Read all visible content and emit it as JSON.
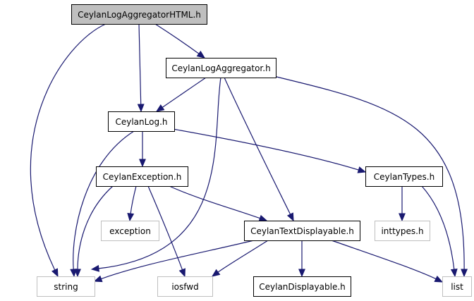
{
  "colors": {
    "edge": "#191970",
    "root_fill": "#bfbfbf",
    "node_border": "#000000",
    "external_border": "#bfbfbf",
    "node_fill": "#ffffff",
    "text": "#000000"
  },
  "nodes": [
    {
      "id": "root",
      "label": "CeylanLogAggregatorHTML.h",
      "kind": "root"
    },
    {
      "id": "aggregator",
      "label": "CeylanLogAggregator.h",
      "kind": "header"
    },
    {
      "id": "log",
      "label": "CeylanLog.h",
      "kind": "header"
    },
    {
      "id": "exception_h",
      "label": "CeylanException.h",
      "kind": "header"
    },
    {
      "id": "types",
      "label": "CeylanTypes.h",
      "kind": "header"
    },
    {
      "id": "textdisp",
      "label": "CeylanTextDisplayable.h",
      "kind": "header"
    },
    {
      "id": "displayable",
      "label": "CeylanDisplayable.h",
      "kind": "header"
    },
    {
      "id": "std_exception",
      "label": "exception",
      "kind": "external"
    },
    {
      "id": "inttypes",
      "label": "inttypes.h",
      "kind": "external"
    },
    {
      "id": "string",
      "label": "string",
      "kind": "external"
    },
    {
      "id": "iosfwd",
      "label": "iosfwd",
      "kind": "external"
    },
    {
      "id": "list",
      "label": "list",
      "kind": "external"
    }
  ],
  "edges": [
    {
      "from": "root",
      "to": "aggregator"
    },
    {
      "from": "root",
      "to": "log"
    },
    {
      "from": "root",
      "to": "string"
    },
    {
      "from": "aggregator",
      "to": "log"
    },
    {
      "from": "aggregator",
      "to": "string"
    },
    {
      "from": "aggregator",
      "to": "textdisp"
    },
    {
      "from": "aggregator",
      "to": "list"
    },
    {
      "from": "log",
      "to": "string"
    },
    {
      "from": "log",
      "to": "exception_h"
    },
    {
      "from": "log",
      "to": "types"
    },
    {
      "from": "exception_h",
      "to": "string"
    },
    {
      "from": "exception_h",
      "to": "std_exception"
    },
    {
      "from": "exception_h",
      "to": "iosfwd"
    },
    {
      "from": "exception_h",
      "to": "textdisp"
    },
    {
      "from": "types",
      "to": "inttypes"
    },
    {
      "from": "types",
      "to": "list"
    },
    {
      "from": "textdisp",
      "to": "string"
    },
    {
      "from": "textdisp",
      "to": "iosfwd"
    },
    {
      "from": "textdisp",
      "to": "displayable"
    },
    {
      "from": "textdisp",
      "to": "list"
    }
  ]
}
